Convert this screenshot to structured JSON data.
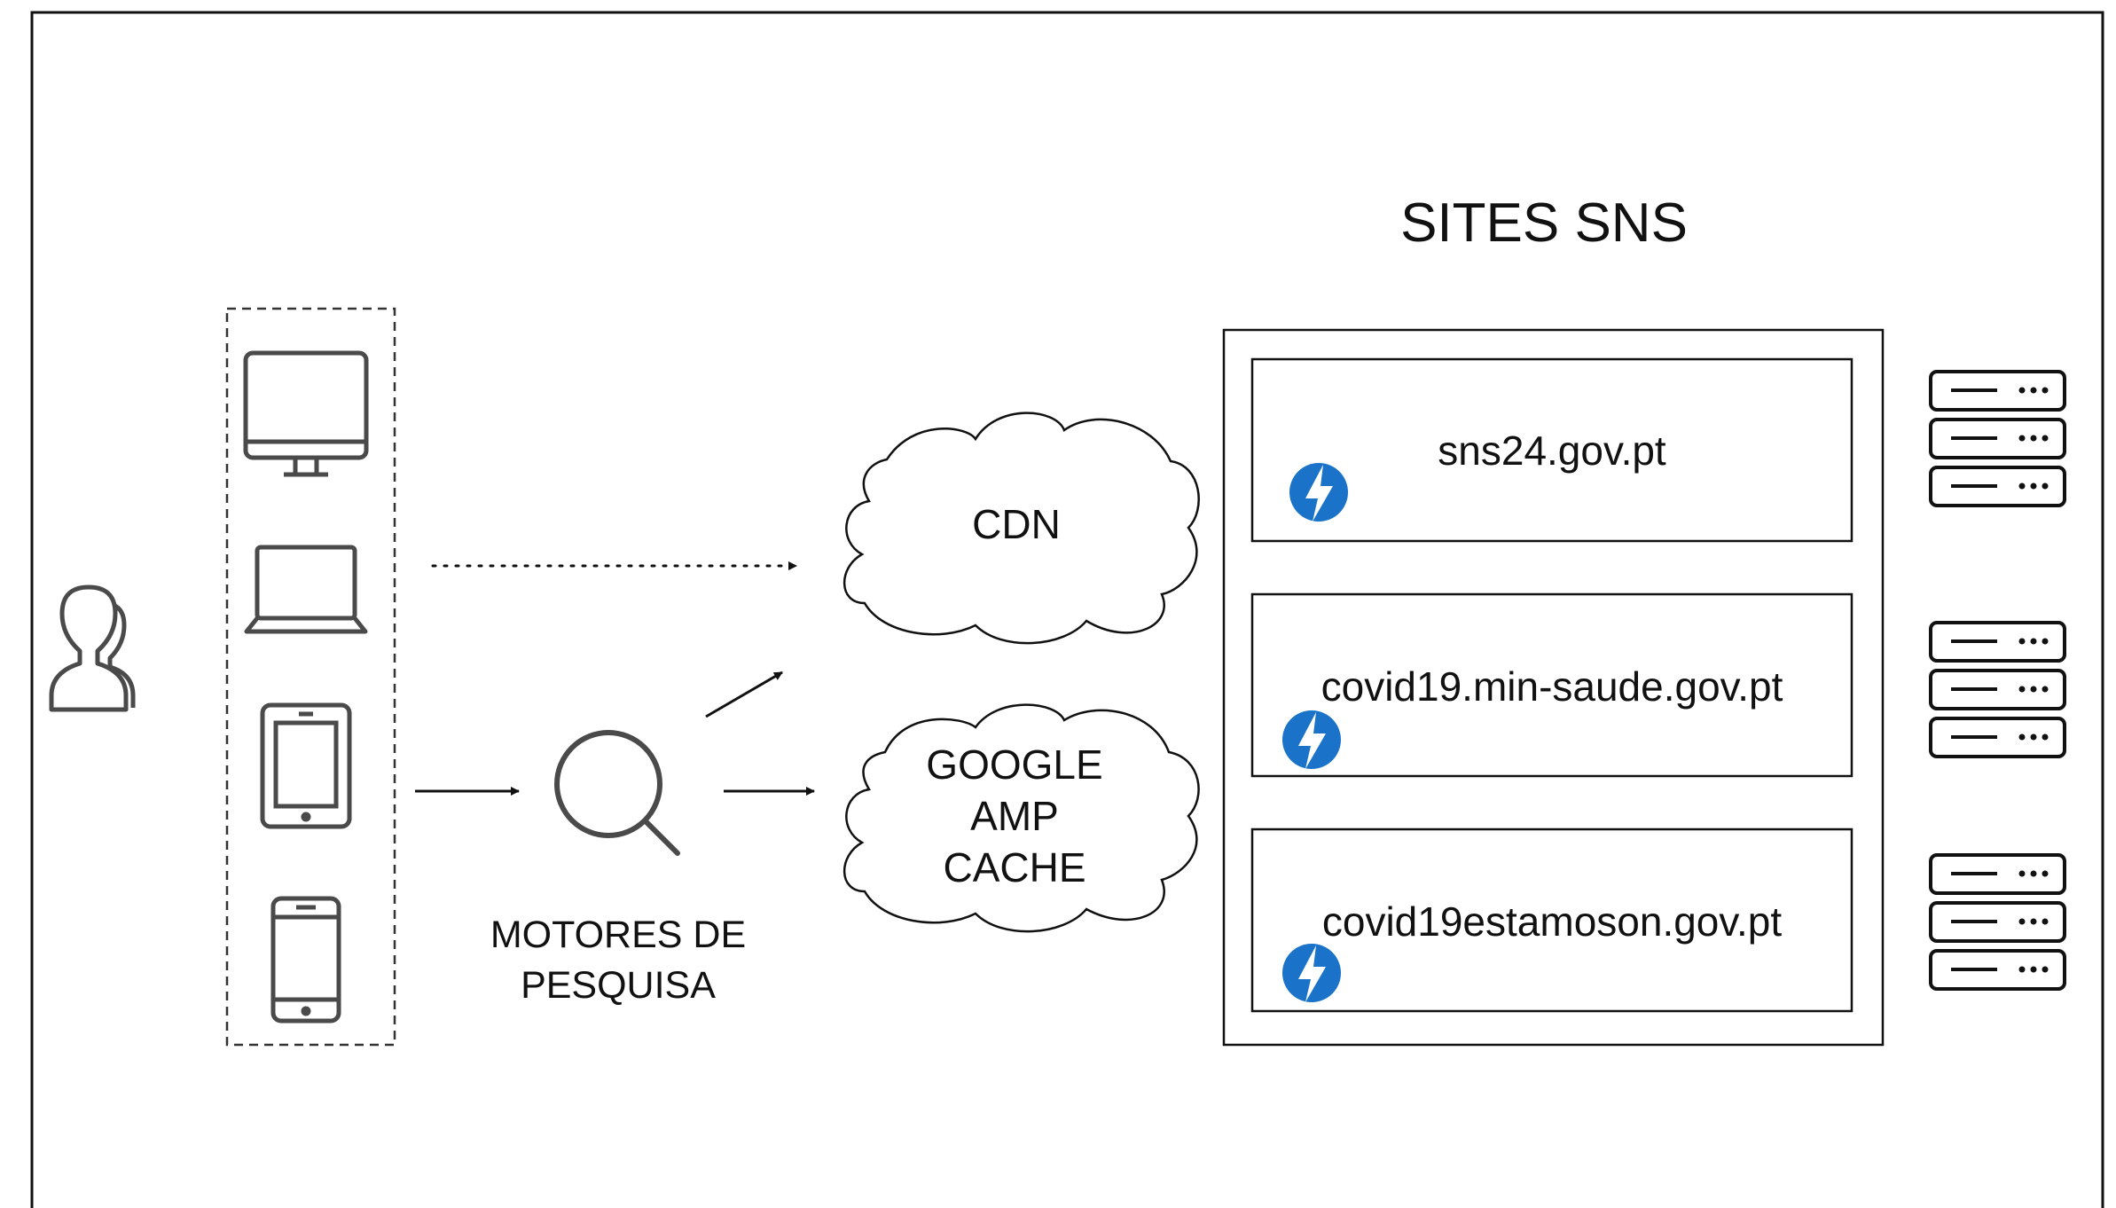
{
  "title": "SITES SNS",
  "search_label_lines": [
    "MOTORES DE",
    "PESQUISA"
  ],
  "clouds": {
    "cdn": {
      "lines": [
        "CDN"
      ]
    },
    "amp": {
      "lines": [
        "GOOGLE",
        "AMP",
        "CACHE"
      ]
    }
  },
  "sites": [
    {
      "domain": "sns24.gov.pt"
    },
    {
      "domain": "covid19.min-saude.gov.pt"
    },
    {
      "domain": "covid19estamoson.gov.pt"
    }
  ],
  "icons": {
    "users": "users-icon",
    "desktop": "desktop-icon",
    "laptop": "laptop-icon",
    "tablet": "tablet-icon",
    "phone": "smartphone-icon",
    "search": "search-icon",
    "amp": "amp-lightning-icon",
    "server": "server-stack-icon"
  },
  "colors": {
    "amp_blue": "#1a73c8",
    "device_gray": "#4a4a4a",
    "line": "#111111"
  }
}
